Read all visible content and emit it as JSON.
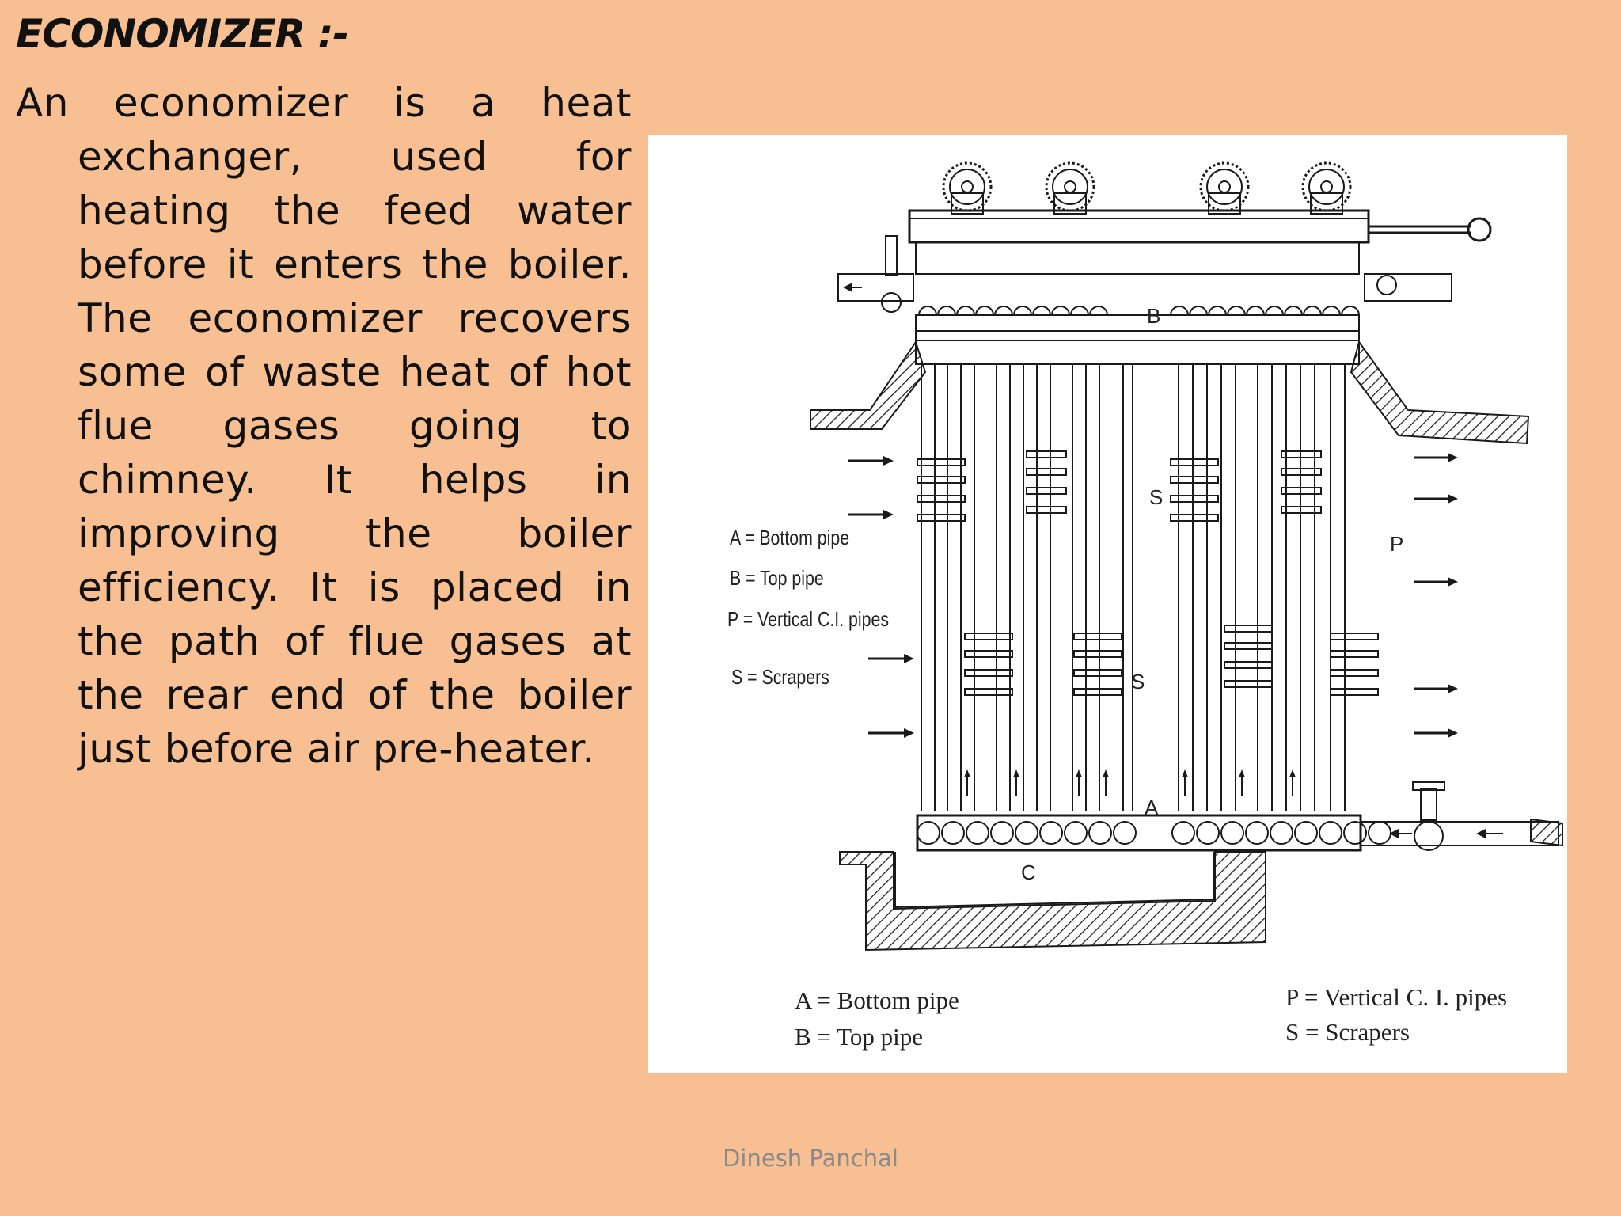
{
  "slide": {
    "title": "ECONOMIZER :-",
    "body": "An economizer is a heat exchanger, used for heating the feed water before it enters the boiler. The economizer recovers some of waste heat of hot flue gases going to chimney. It helps in improving the boiler efficiency. It is placed in the path of flue gases at the rear end of the boiler just before air pre-heater.",
    "footer": "Dinesh Panchal"
  },
  "diagram": {
    "left_legend": {
      "a": "A = Bottom pipe",
      "b": "B = Top pipe",
      "p": "P = Vertical C.I. pipes",
      "s": "S = Scrapers"
    },
    "bottom_legend": {
      "a": "A = Bottom pipe",
      "b": "B = Top pipe",
      "p": "P = Vertical C. I. pipes",
      "s": "S = Scrapers"
    },
    "letters": {
      "a": "A",
      "b": "B",
      "c": "C",
      "p": "P",
      "s1": "S",
      "s2": "S"
    }
  }
}
